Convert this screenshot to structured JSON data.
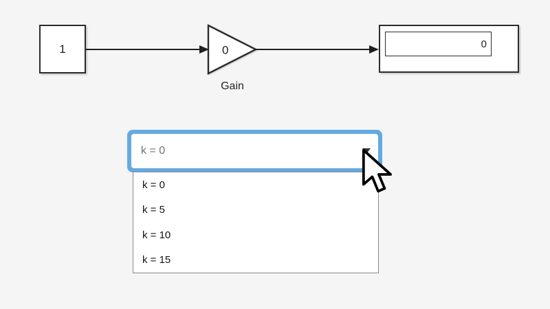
{
  "diagram": {
    "constant_block": {
      "value": "1"
    },
    "gain_block": {
      "value": "0",
      "label": "Gain"
    },
    "display_block": {
      "value": "0"
    }
  },
  "dropdown": {
    "selected_value": "k = 0",
    "options": [
      "k = 0",
      "k = 5",
      "k = 10",
      "k = 15"
    ]
  },
  "colors": {
    "selection_blue": "#64aae1",
    "background": "#f5f5f5",
    "block_border": "#2b2b2b"
  }
}
